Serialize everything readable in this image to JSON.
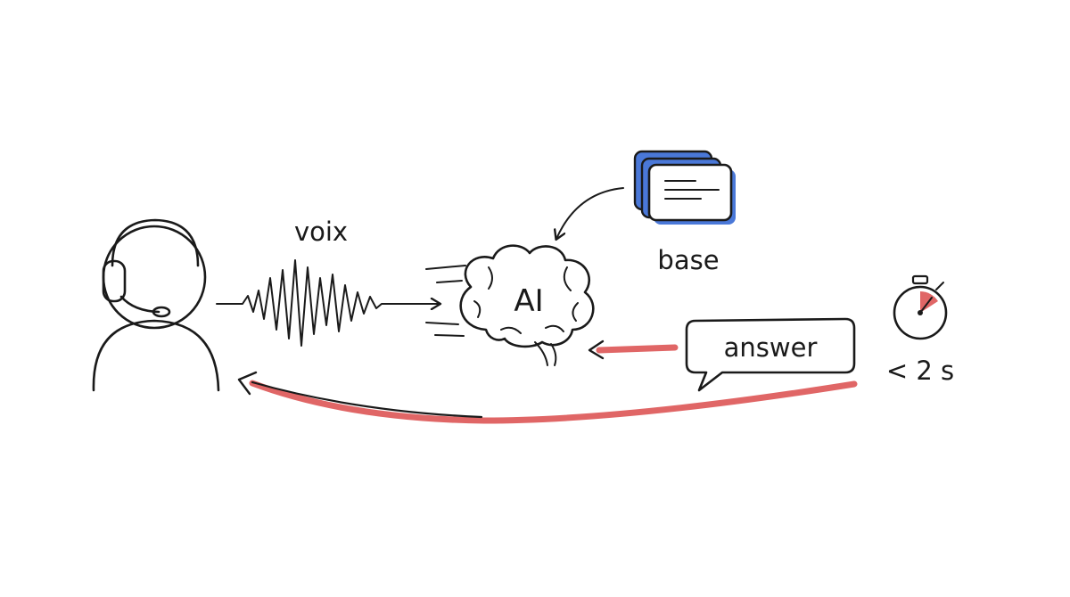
{
  "labels": {
    "voice": "voix",
    "ai": "AI",
    "knowledge_base": "base",
    "answer": "answer",
    "latency": "< 2 s"
  },
  "icons": {
    "agent": "headset-person-icon",
    "voice": "sound-wave-icon",
    "ai": "brain-icon",
    "knowledge_base": "document-stack-icon",
    "answer": "speech-bubble-icon",
    "latency": "stopwatch-icon"
  },
  "colors": {
    "ink": "#1a1a1a",
    "return_arrow": "#e06666",
    "document_accent": "#4a78d8"
  }
}
